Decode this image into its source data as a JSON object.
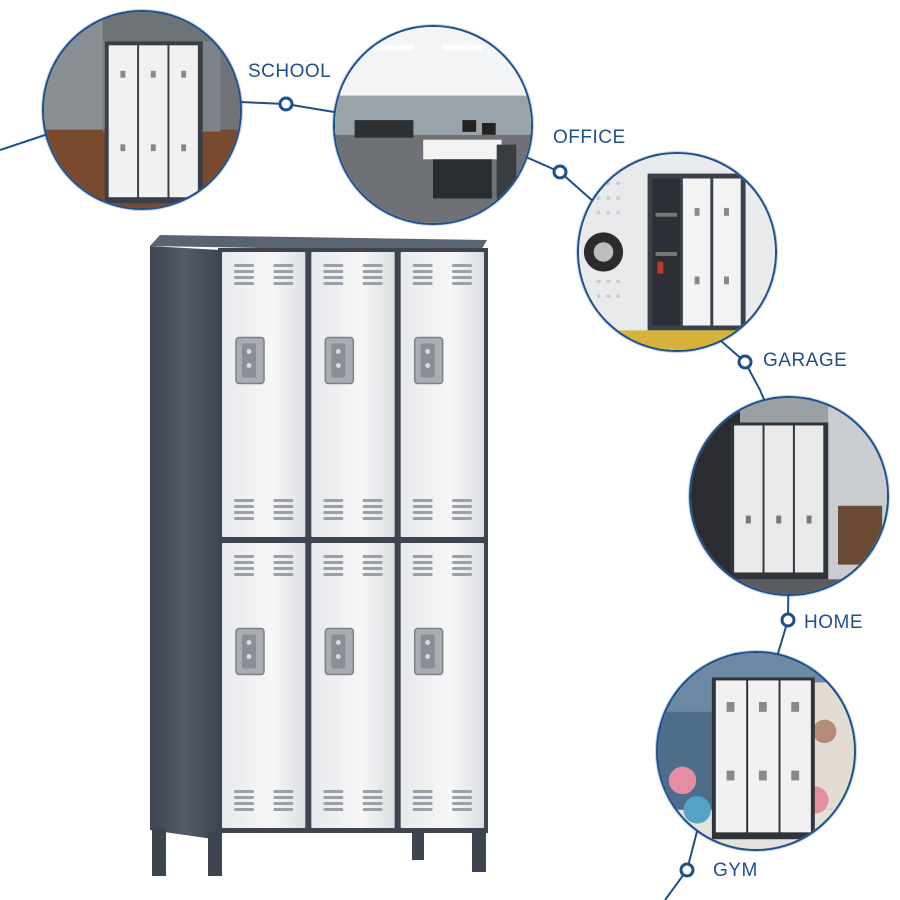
{
  "scene": {
    "accent_color": "#1d4f8c",
    "cabinet_body_color": "#4a5160",
    "door_color": "#f3f4f6",
    "locations": [
      {
        "id": "school",
        "label": "SCHOOL"
      },
      {
        "id": "office",
        "label": "OFFICE"
      },
      {
        "id": "garage",
        "label": "GARAGE"
      },
      {
        "id": "home",
        "label": "HOME"
      },
      {
        "id": "gym",
        "label": "GYM"
      }
    ],
    "locker": {
      "columns": 3,
      "tiers": 2
    }
  }
}
